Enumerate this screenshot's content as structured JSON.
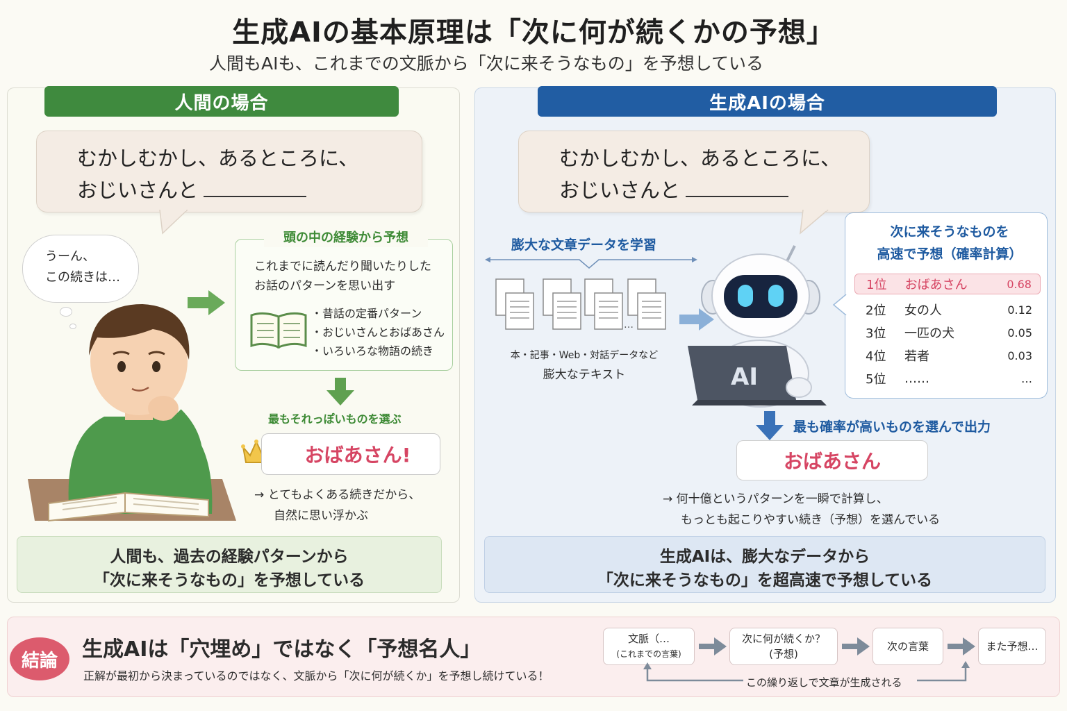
{
  "header": {
    "title": "生成AIの基本原理は「次に何が続くかの予想」",
    "subtitle": "人間もAIも、これまでの文脈から「次に来そうなもの」を予想している"
  },
  "human": {
    "header": "人間の場合",
    "bubble_line1": "むかしむかし、あるところに、",
    "bubble_line2": "おじいさんと",
    "thought_line1": "うーん、",
    "thought_line2": "この続きは…",
    "experience_title": "頭の中の経験から予想",
    "experience_line1": "これまでに読んだり聞いたりした",
    "experience_line2": "お話のパターンを思い出す",
    "experience_items": [
      "・昔話の定番パターン",
      "・おじいさんとおばあさん",
      "・いろいろな物語の続き"
    ],
    "choose_label": "最もそれっぽいものを選ぶ",
    "answer": "おばあさん!",
    "reason_line1": "→ とてもよくある続きだから、",
    "reason_line2": "自然に思い浮かぶ",
    "summary_line1": "人間も、過去の経験パターンから",
    "summary_line2": "「次に来そうなもの」を予想している"
  },
  "ai": {
    "header": "生成AIの場合",
    "bubble_line1": "むかしむかし、あるところに、",
    "bubble_line2": "おじいさんと",
    "learn_label": "膨大な文章データを学習",
    "docs_caption1": "本・記事・Web・対話データなど",
    "docs_caption2": "膨大なテキスト",
    "laptop_label": "AI",
    "prob_title_line1": "次に来そうなものを",
    "prob_title_line2": "高速で予想（確率計算）",
    "ranks": [
      {
        "rank": "1位",
        "word": "おばあさん",
        "prob": "0.68"
      },
      {
        "rank": "2位",
        "word": "女の人",
        "prob": "0.12"
      },
      {
        "rank": "3位",
        "word": "一匹の犬",
        "prob": "0.05"
      },
      {
        "rank": "4位",
        "word": "若者",
        "prob": "0.03"
      },
      {
        "rank": "5位",
        "word": "……",
        "prob": "…"
      }
    ],
    "choose_label": "最も確率が高いものを選んで出力",
    "answer": "おばあさん",
    "reason_line1": "→ 何十億というパターンを一瞬で計算し、",
    "reason_line2": "もっとも起こりやすい続き（予想）を選んでいる",
    "summary_line1": "生成AIは、膨大なデータから",
    "summary_line2": "「次に来そうなもの」を超高速で予想している"
  },
  "conclusion": {
    "badge": "結論",
    "title": "生成AIは「穴埋め」ではなく「予想名人」",
    "text": "正解が最初から決まっているのではなく、文脈から「次に何が続くか」を予想し続けている！",
    "flow": [
      {
        "line1": "文脈（…",
        "line2": "(これまでの言葉)"
      },
      {
        "line1": "次に何が続くか？",
        "line2": "(予想)"
      },
      {
        "line1": "次の言葉",
        "line2": ""
      },
      {
        "line1": "また予想…",
        "line2": ""
      }
    ],
    "cycle_label": "この繰り返しで文章が生成される"
  },
  "colors": {
    "human_green": "#3f8a3e",
    "ai_blue": "#215da3",
    "answer_pink": "#d64563",
    "conclusion_red": "#dc5b6d"
  }
}
